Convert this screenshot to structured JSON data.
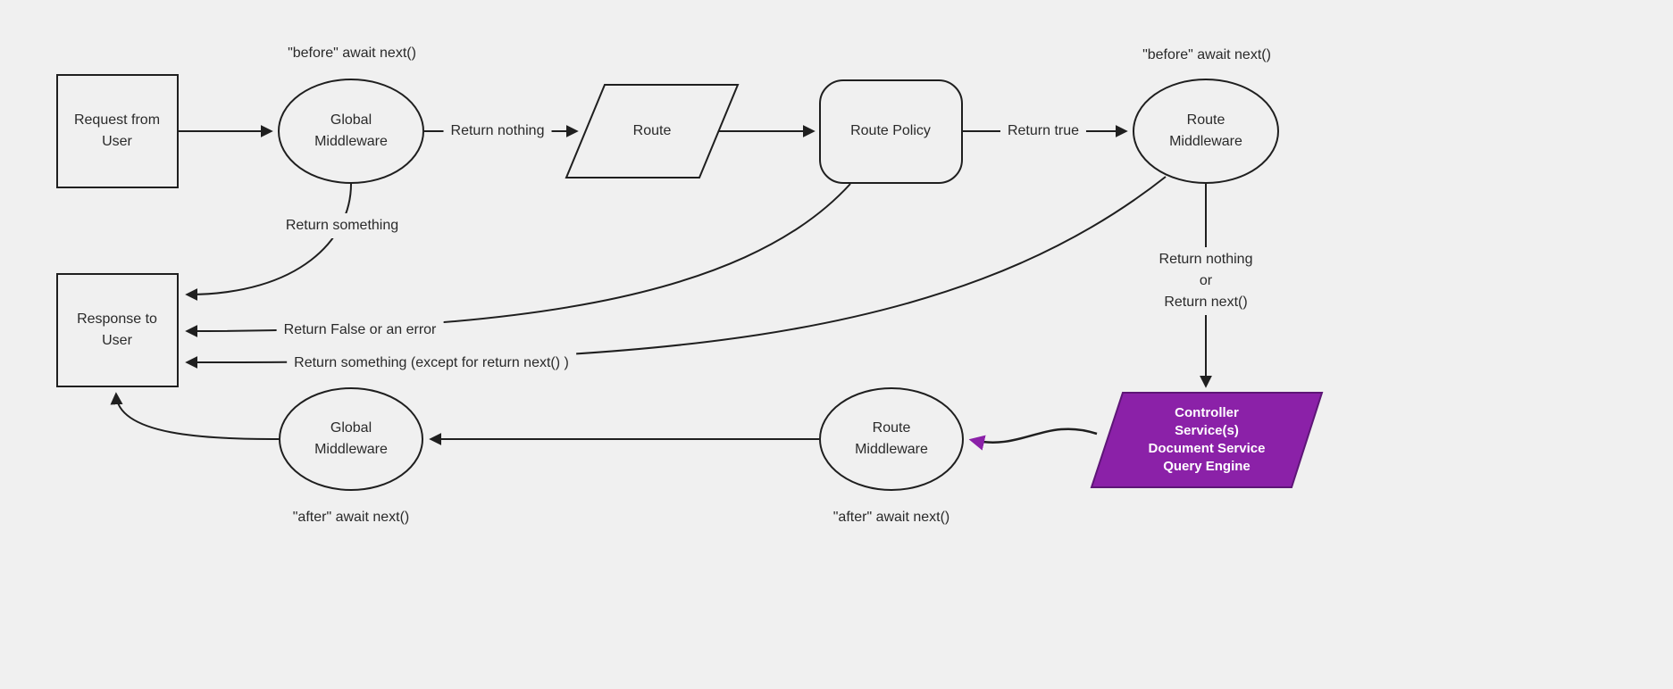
{
  "colors": {
    "background": "#f0f0f0",
    "node_fill": "#f0f0f0",
    "node_stroke": "#1f1f1f",
    "text": "#2a2a2a",
    "purple_fill": "#8b21a8",
    "purple_stroke": "#5e1677",
    "purple_text": "#ffffff",
    "purple_arrow": "#8b21a8"
  },
  "nodes": {
    "request": "Request from\nUser",
    "response": "Response to\nUser",
    "global_middleware_top": "Global\nMiddleware",
    "route": "Route",
    "route_policy": "Route Policy",
    "route_middleware_top": "Route\nMiddleware",
    "controller": "Controller\nService(s)\nDocument Service\nQuery Engine",
    "route_middleware_bottom": "Route\nMiddleware",
    "global_middleware_bottom": "Global\nMiddleware"
  },
  "edge_labels": {
    "return_nothing": "Return nothing",
    "return_true": "Return true",
    "return_something": "Return something",
    "return_false_or_error": "Return False or an error",
    "return_something_except": "Return something (except for return next() )",
    "return_nothing_or_next": "Return nothing\nor\nReturn next()"
  },
  "annotations": {
    "before_await_global": "\"before\" await next()",
    "before_await_route": "\"before\" await next()",
    "after_await_global": "\"after\" await next()",
    "after_await_route": "\"after\" await next()"
  }
}
